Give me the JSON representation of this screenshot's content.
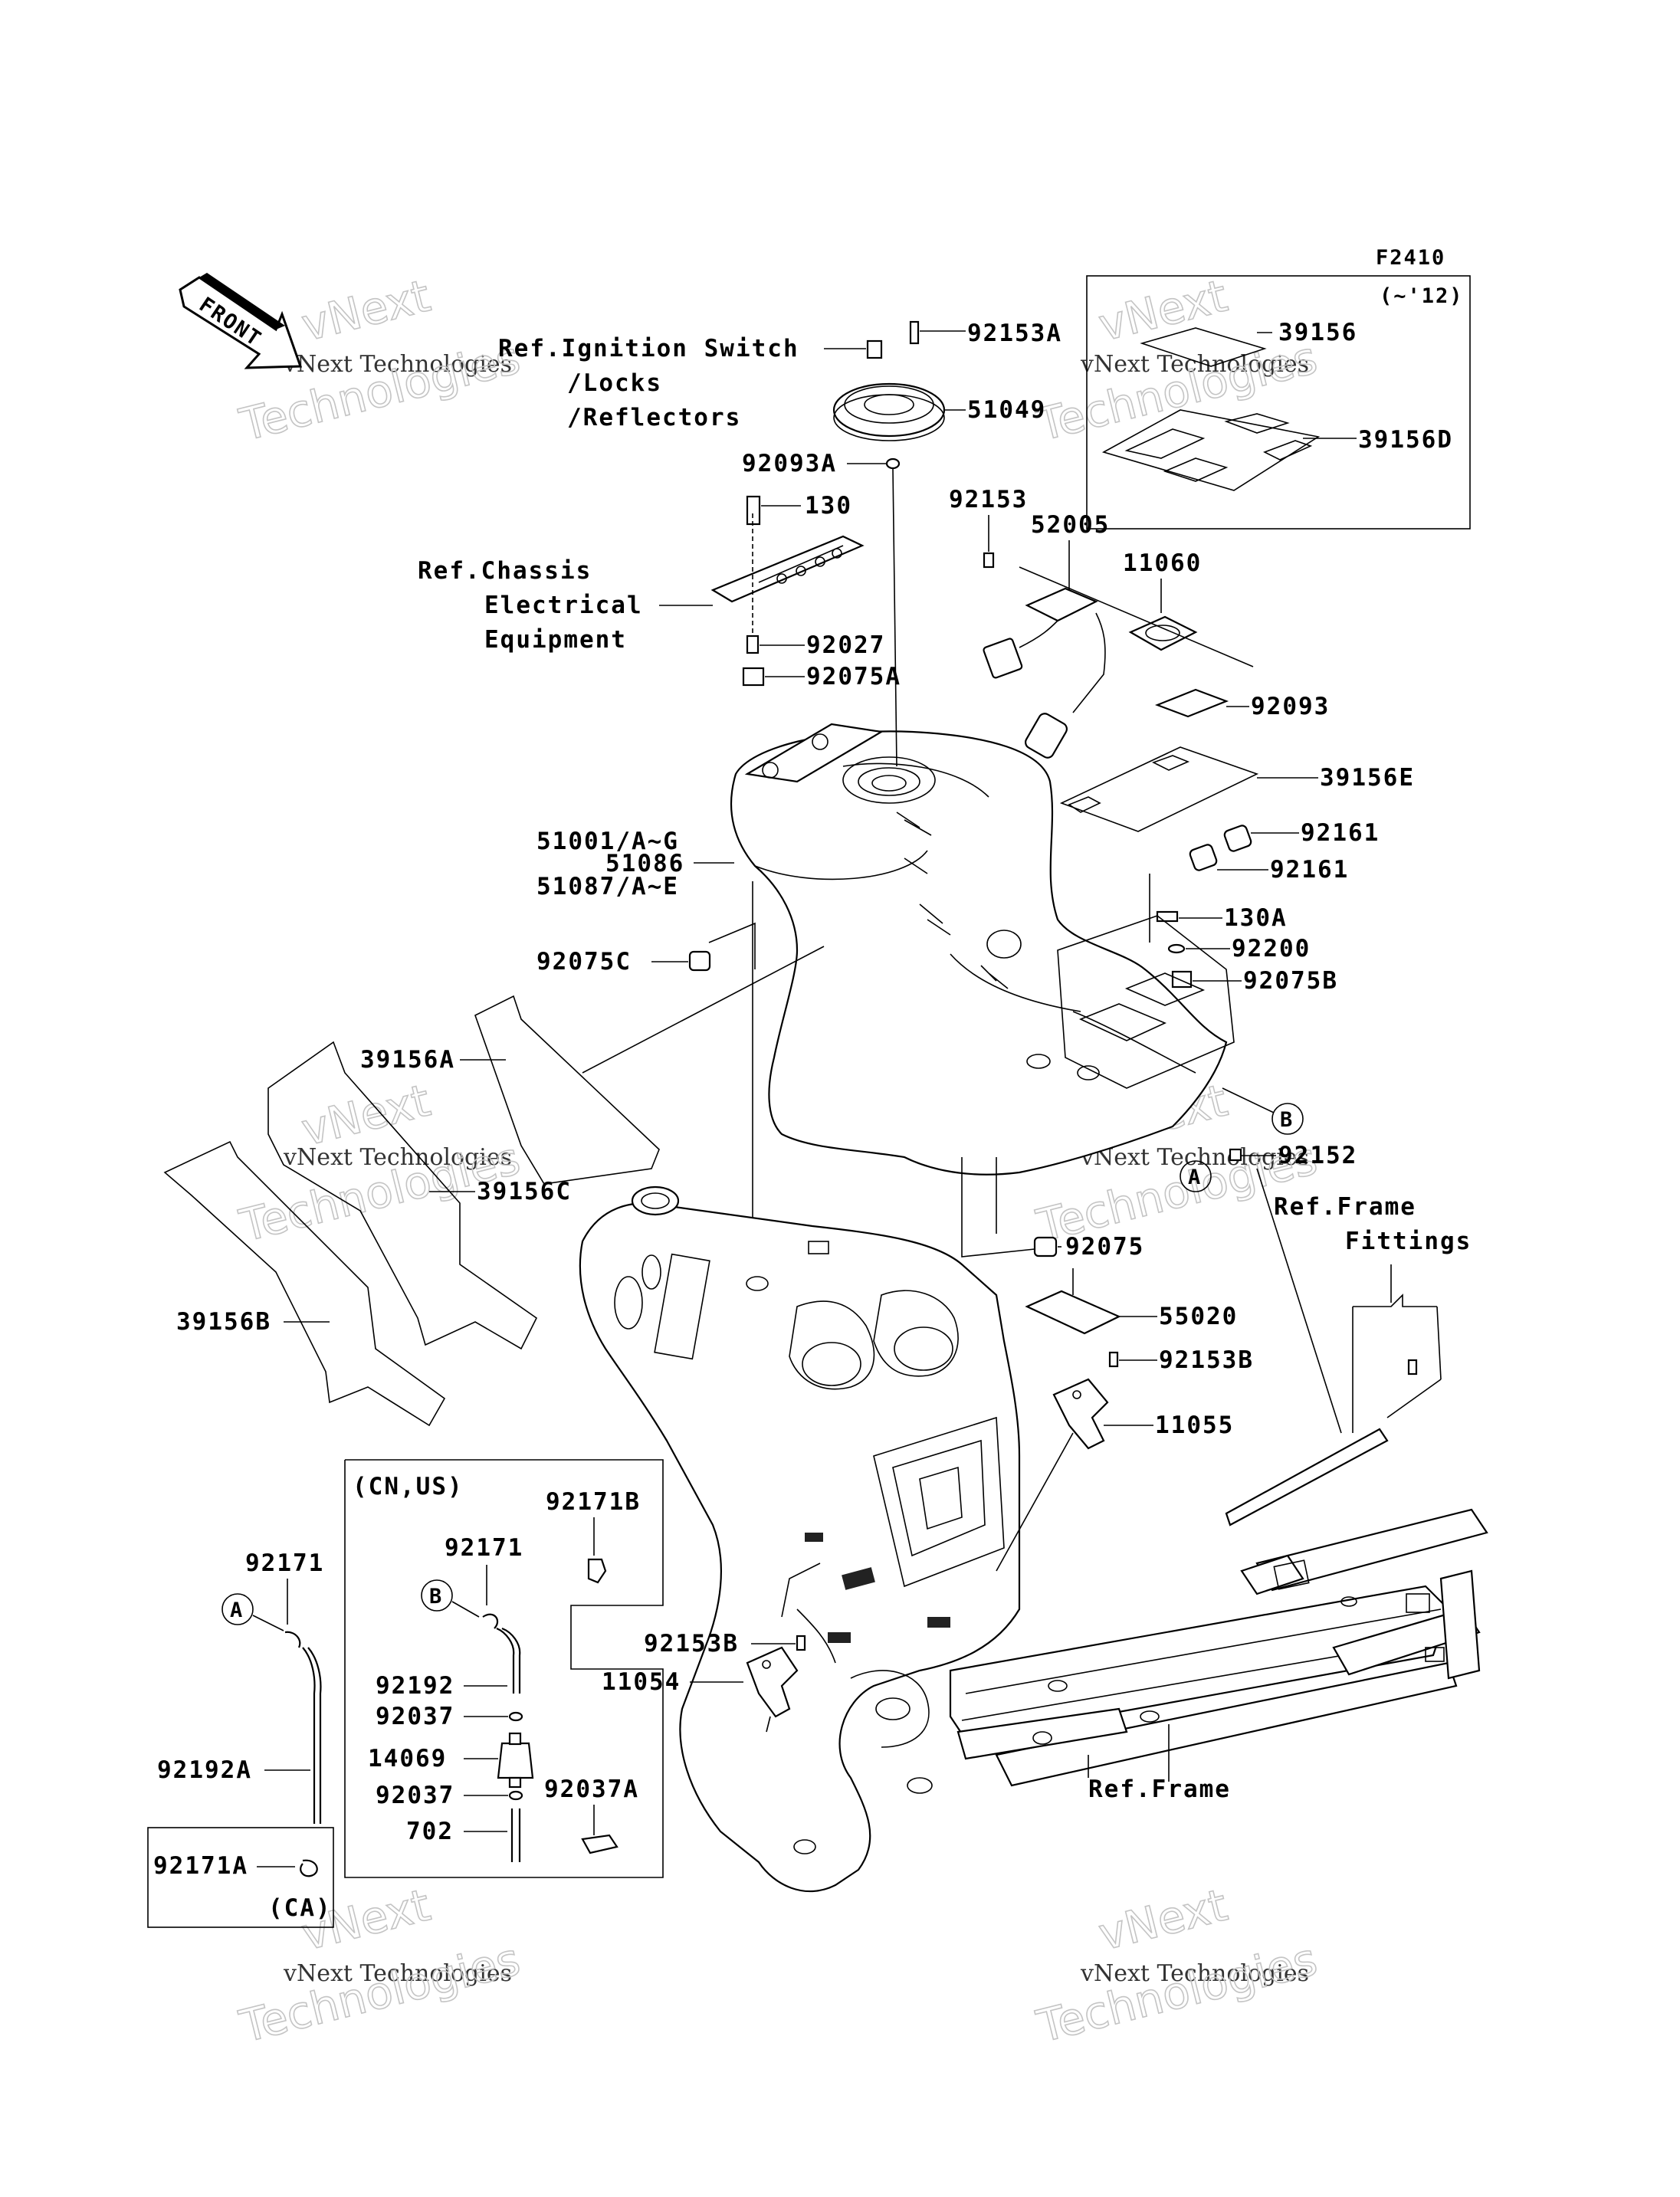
{
  "diagram_code": "F2410",
  "front_label": "FRONT",
  "inset_top": {
    "note": "(~'12)"
  },
  "inset_cn_us": {
    "note": "(CN,US)"
  },
  "inset_ca": {
    "note": "(CA)"
  },
  "callouts": {
    "A": "A",
    "B": "B"
  },
  "labels": {
    "ref_ignition_1": "Ref.Ignition Switch",
    "ref_ignition_2": "/Locks",
    "ref_ignition_3": "/Reflectors",
    "ref_chassis_1": "Ref.Chassis",
    "ref_chassis_2": "Electrical",
    "ref_chassis_3": "Equipment",
    "ref_frame_fittings_1": "Ref.Frame",
    "ref_frame_fittings_2": "Fittings",
    "ref_frame": "Ref.Frame",
    "p92153A": "92153A",
    "p51049": "51049",
    "p92093A": "92093A",
    "p130": "130",
    "p92027": "92027",
    "p92075A": "92075A",
    "p92153": "92153",
    "p52005": "52005",
    "p11060": "11060",
    "p92093": "92093",
    "p39156E": "39156E",
    "p92161a": "92161",
    "p92161b": "92161",
    "p130A": "130A",
    "p92200": "92200",
    "p92075B": "92075B",
    "p92152": "92152",
    "p51001": "51001/A~G",
    "p51086": "51086",
    "p51087": "51087/A~E",
    "p92075C": "92075C",
    "p39156A": "39156A",
    "p39156C": "39156C",
    "p39156B": "39156B",
    "p92075": "92075",
    "p55020": "55020",
    "p92153B": "92153B",
    "p11055": "11055",
    "p92153B2": "92153B",
    "p11054": "11054",
    "p39156": "39156",
    "p39156D": "39156D",
    "p92171": "92171",
    "p92192A": "92192A",
    "p92171A": "92171A",
    "p92171B": "92171B",
    "p92171_in": "92171",
    "p92192": "92192",
    "p92037a": "92037",
    "p14069": "14069",
    "p92037b": "92037",
    "p702": "702",
    "p92037A": "92037A"
  },
  "watermark": {
    "line1": "vNext Technologies",
    "line2": "vNext",
    "line3": "Technologies"
  }
}
